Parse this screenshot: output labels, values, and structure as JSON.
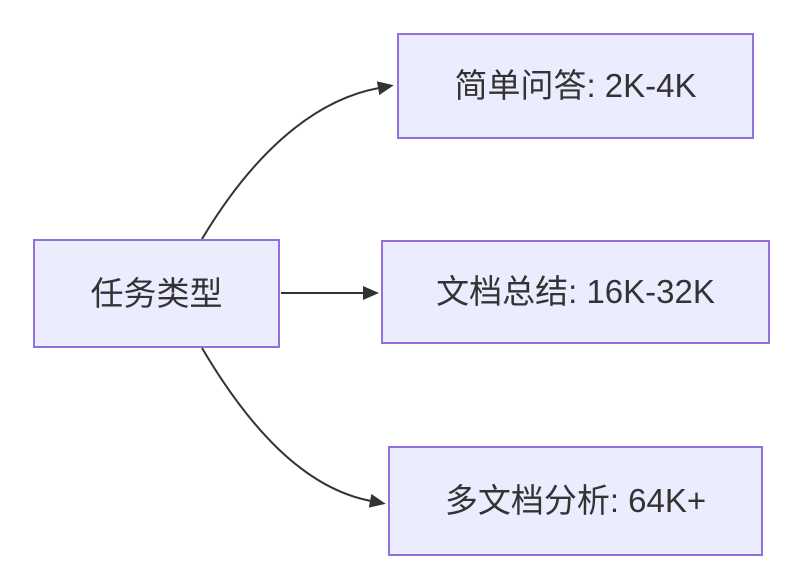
{
  "diagram": {
    "type": "flowchart",
    "direction": "left-to-right",
    "root_node": {
      "label": "任务类型"
    },
    "leaf_nodes": [
      {
        "label": "简单问答: 2K-4K"
      },
      {
        "label": "文档总结: 16K-32K"
      },
      {
        "label": "多文档分析: 64K+"
      }
    ],
    "edges": [
      {
        "from": "任务类型",
        "to": "简单问答: 2K-4K"
      },
      {
        "from": "任务类型",
        "to": "文档总结: 16K-32K"
      },
      {
        "from": "任务类型",
        "to": "多文档分析: 64K+"
      }
    ],
    "colors": {
      "node_fill": "#ECECFF",
      "node_border": "#9370DB",
      "edge_stroke": "#333333",
      "text": "#333333",
      "background": "#FFFFFF"
    }
  }
}
